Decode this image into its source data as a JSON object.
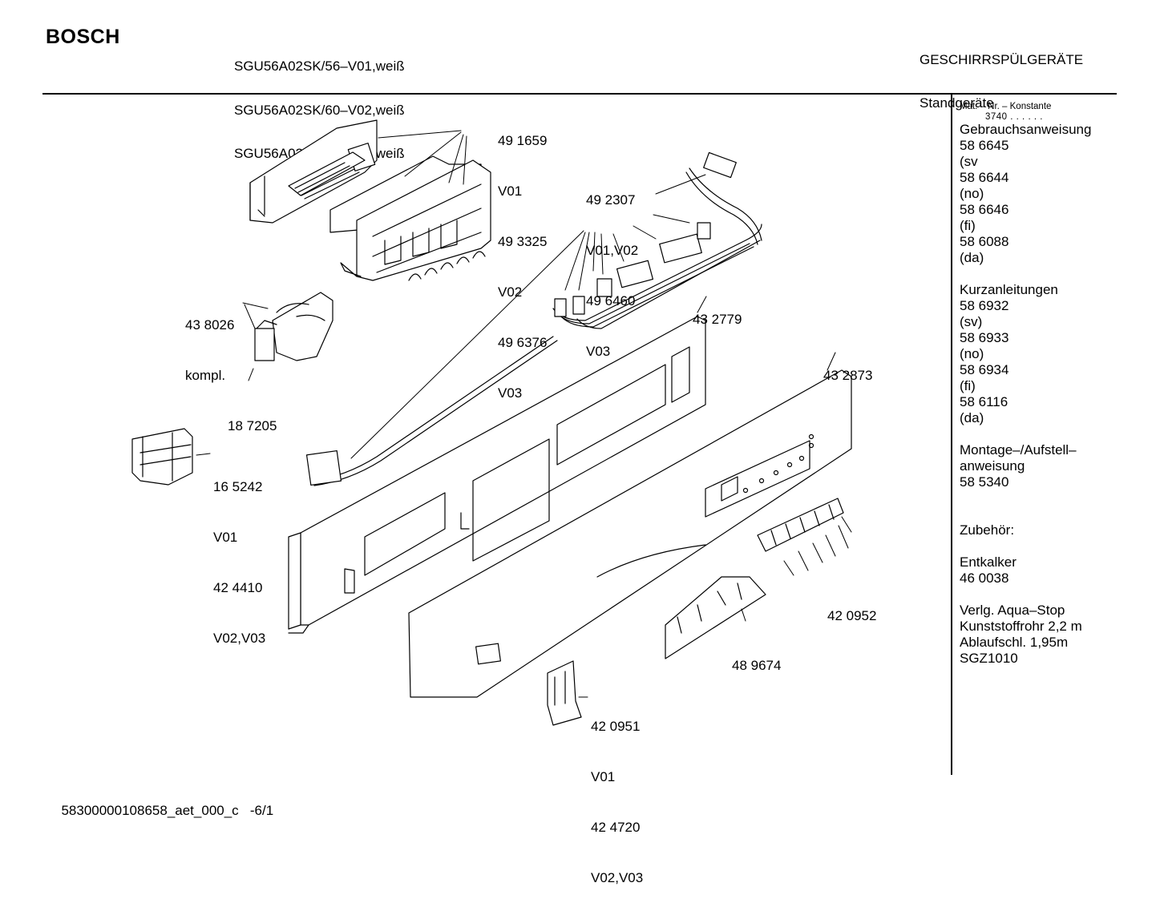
{
  "header": {
    "brand": "BOSCH",
    "models": [
      "SGU56A02SK/56–V01,weiß",
      "SGU56A02SK/60–V02,weiß",
      "SGU56A02SK/52–V03,weiß"
    ],
    "category": "GESCHIRRSPÜLGERÄTE",
    "subcategory": "Standgeräte"
  },
  "sidebar": {
    "mat_nr_label": "Mat. – Nr. – Konstante",
    "mat_nr_value": "3740  .  .  .  .  .  .",
    "lines": [
      "Gebrauchsanweisung",
      "58 6645",
      "(sv",
      "58 6644",
      "(no)",
      "58 6646",
      "(fi)",
      "58 6088",
      "(da)",
      "",
      "Kurzanleitungen",
      "58 6932",
      "(sv)",
      "58 6933",
      "(no)",
      "58 6934",
      "(fi)",
      "58 6116",
      "(da)",
      "",
      "Montage–/Aufstell–",
      "anweisung",
      "58 5340",
      "",
      "",
      "Zubehör:",
      "",
      "Entkalker",
      "46 0038",
      "",
      "Verlg. Aqua–Stop",
      "Kunststoffrohr 2,2 m",
      "Ablaufschl. 1,95m",
      "SGZ1010"
    ]
  },
  "callouts": {
    "c1": [
      "49 1659",
      "V01",
      "49 3325",
      "V02",
      "49 6376",
      "V03"
    ],
    "c2": [
      "49 2307",
      "V01,V02",
      "49 6460",
      "V03"
    ],
    "c3": [
      "43 8026",
      "kompl."
    ],
    "c4": [
      "18 7205"
    ],
    "c5": [
      "16 5242",
      "V01",
      "42 4410",
      "V02,V03"
    ],
    "c6": [
      "43 2779"
    ],
    "c7": [
      "43 2873"
    ],
    "c8": [
      "42 0952"
    ],
    "c9": [
      "48 9674"
    ],
    "c10": [
      "42 0951",
      "V01",
      "42 4720",
      "V02,V03"
    ]
  },
  "footer": {
    "doc_id": "58300000108658_aet_000_c",
    "page": "-6/1"
  }
}
